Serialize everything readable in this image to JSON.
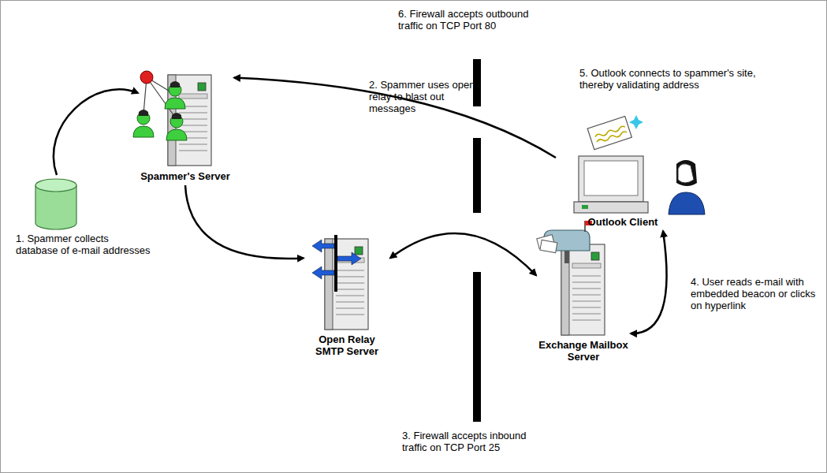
{
  "diagram": {
    "nodes": [
      {
        "text": [
          "Spammer's Server"
        ]
      },
      {
        "text": [
          "Open Relay SMTP Server"
        ]
      },
      {
        "text": [
          "Exchange Mailbox Server"
        ]
      },
      {
        "text": [
          "Outlook Client"
        ]
      }
    ],
    "edges": [
      {
        "from": 0,
        "to": 1,
        "arrow": "to"
      },
      {
        "from": 1,
        "to": 2,
        "arrow": "both"
      },
      {
        "from": 2,
        "to": 3,
        "arrow": "both"
      },
      {
        "from": 3,
        "to": 0,
        "arrow": "to"
      }
    ],
    "labels": [
      "1. Spammer collects database of e-mail addresses",
      "2. Spammer uses open relay to blast out messages",
      "3. Firewall accepts inbound traffic on TCP Port 25",
      "4. User reads e-mail with embedded beacon or clicks on hyperlink",
      "5. Outlook connects to spammer's site, thereby validating address",
      "6. Firewall accepts outbound traffic on TCP Port 80"
    ]
  }
}
